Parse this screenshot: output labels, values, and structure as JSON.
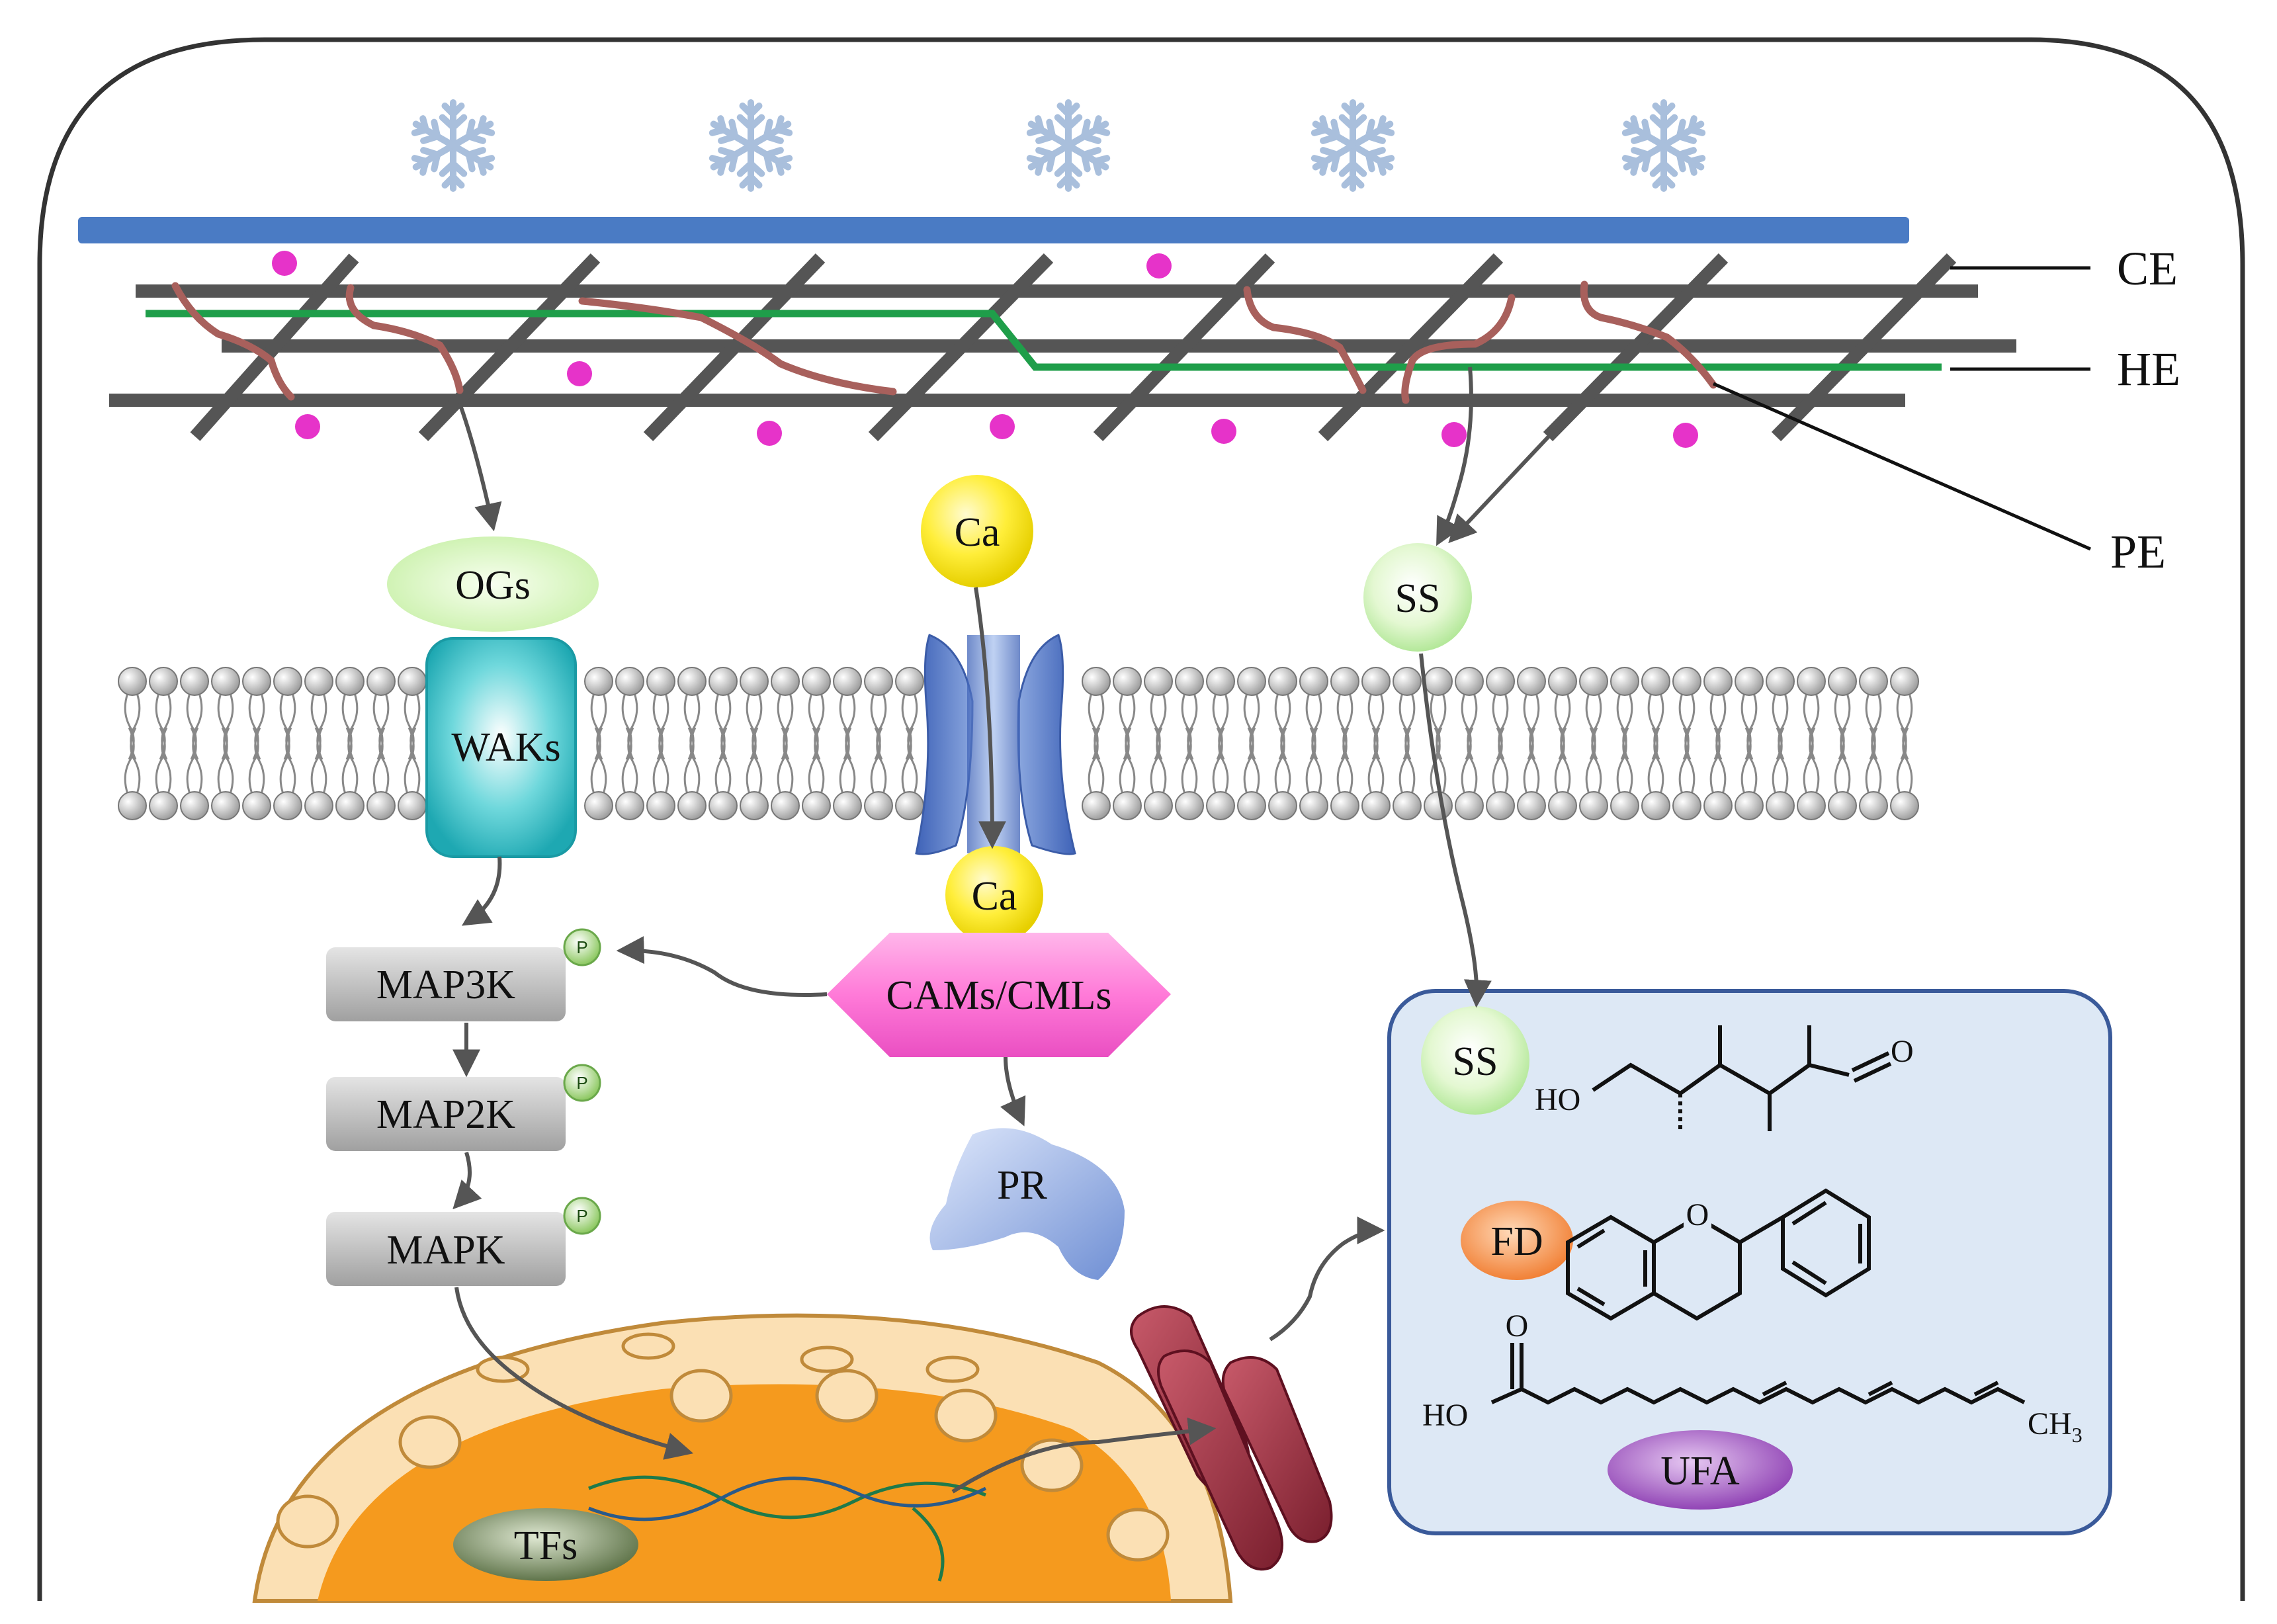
{
  "diagram": {
    "wall_labels": {
      "ce": "CE",
      "he": "HE",
      "pe": "PE"
    },
    "receptor": {
      "ogs": "OGs",
      "waks": "WAKs"
    },
    "calcium": {
      "outside": "Ca",
      "inside": "Ca",
      "cams": "CAMs/CMLs",
      "pr": "PR"
    },
    "kinases": {
      "map3k": "MAP3K",
      "map2k": "MAP2K",
      "mapk": "MAPK",
      "phospho": "P"
    },
    "sugar": {
      "outer": "SS",
      "inner": "SS"
    },
    "nucleus": {
      "tfs": "TFs"
    },
    "metabolites": {
      "ho_sugar": "HO",
      "aldehyde_o": "O",
      "fd": "FD",
      "ring_o": "O",
      "acid_o": "O",
      "acid_ho": "HO",
      "ch": "CH",
      "ch_sub": "3",
      "ufa": "UFA"
    }
  },
  "colors": {
    "cellulose": "#555555",
    "hemicellulose": "#1f9e4a",
    "pectin": "#a8605c",
    "blue_bar": "#4a7bc4",
    "pink_dot": "#e633c9",
    "snowflake": "#a9bfdc",
    "metabolite_box": "#dde8f5",
    "box_border": "#3a5a9a"
  }
}
